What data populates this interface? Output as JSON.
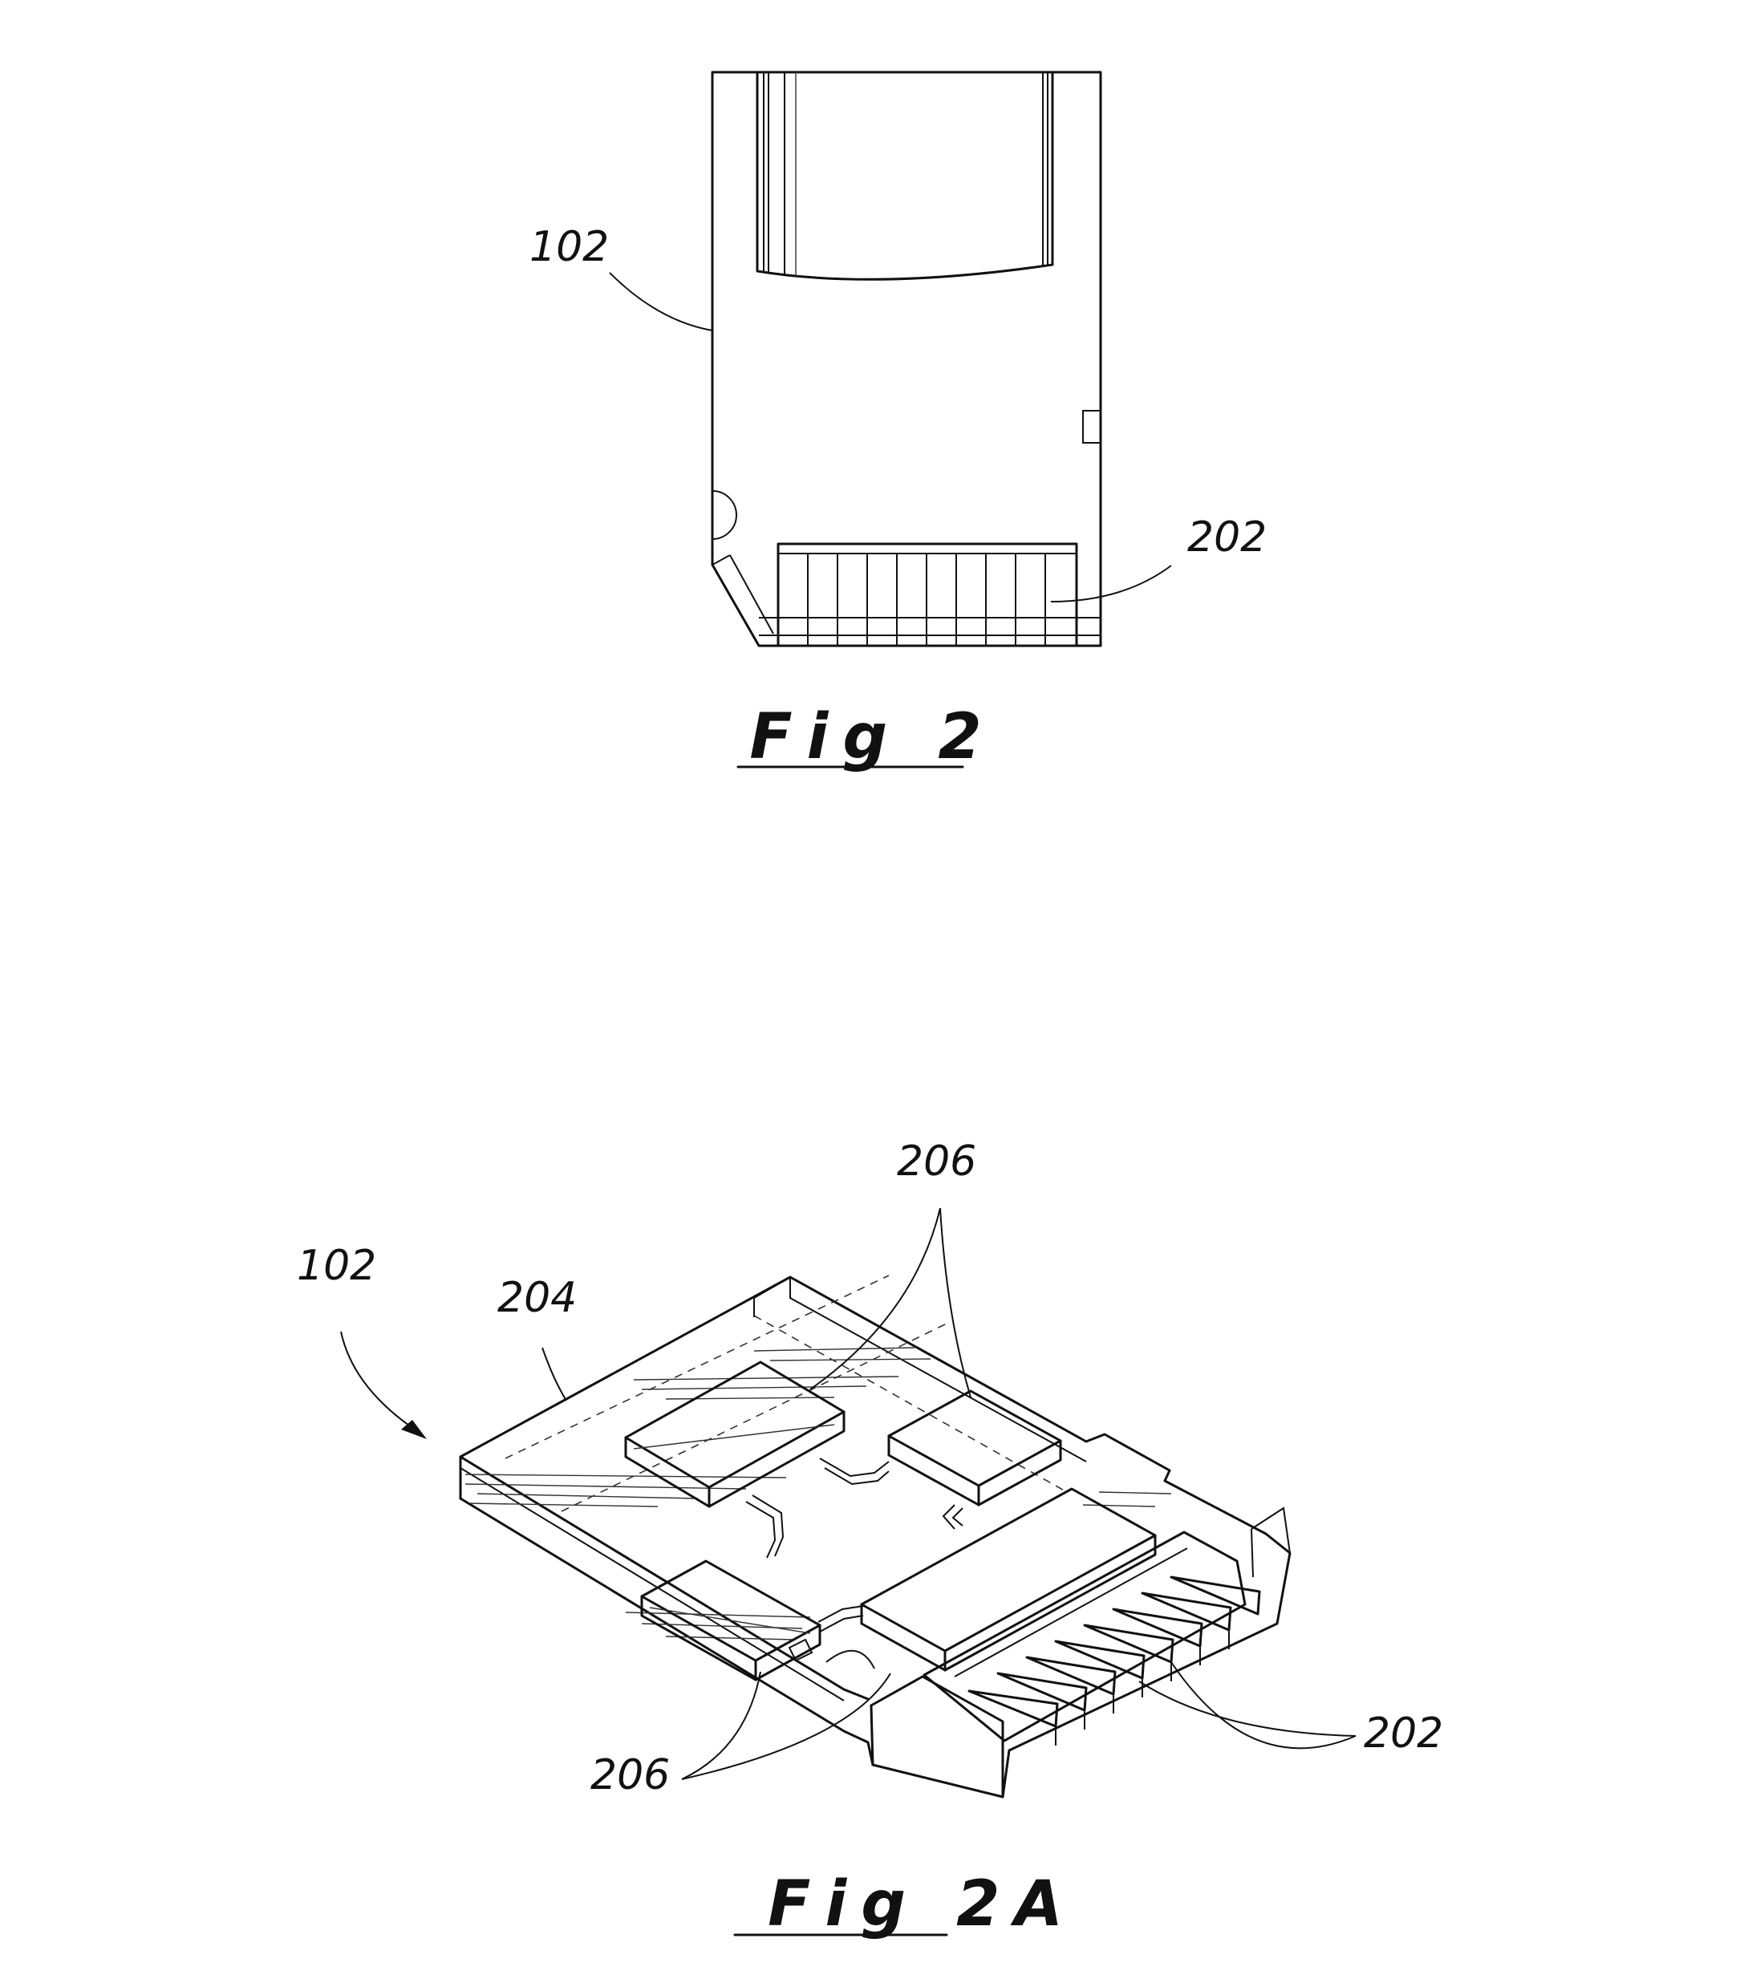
{
  "figure_top": {
    "caption": "Fig 2",
    "labels": {
      "card": "102",
      "contacts": "202"
    }
  },
  "figure_bottom": {
    "caption": "Fig 2A",
    "labels": {
      "card": "102",
      "board": "204",
      "chips_top": "206",
      "chips_bottom": "206",
      "contacts": "202"
    }
  }
}
